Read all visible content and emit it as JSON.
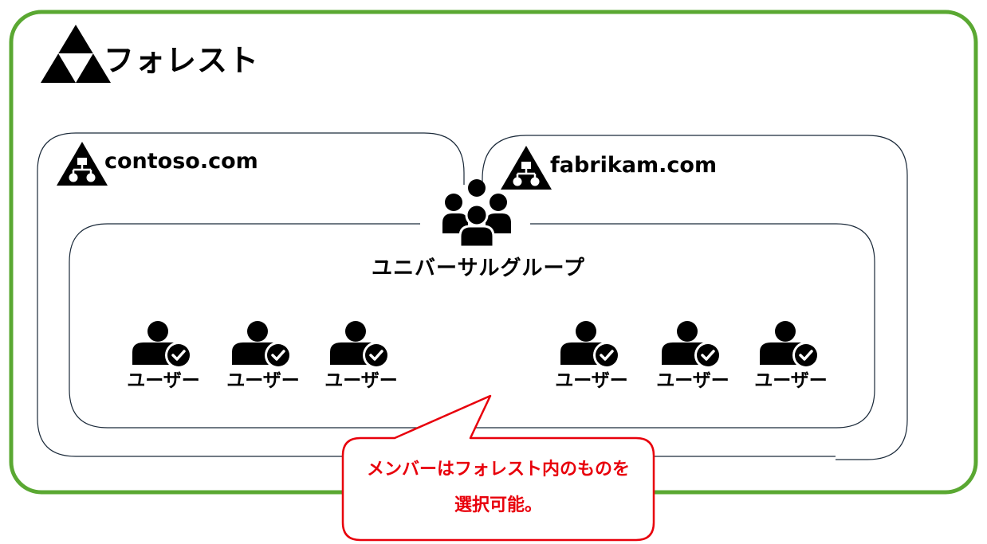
{
  "forest": {
    "title": "フォレスト",
    "border_color": "#5aa832"
  },
  "domains": [
    {
      "label": "contoso.com"
    },
    {
      "label": "fabrikam.com"
    }
  ],
  "universal_group": {
    "label": "ユニバーサルグループ"
  },
  "users": {
    "left": [
      "ユーザー",
      "ユーザー",
      "ユーザー"
    ],
    "right": [
      "ユーザー",
      "ユーザー",
      "ユーザー"
    ]
  },
  "callout": {
    "line1": "メンバーはフォレスト内のものを",
    "line2": "選択可能。",
    "color": "#e8000b"
  },
  "icons": {
    "forest": "forest-triforce-icon",
    "domain": "domain-tree-icon",
    "group": "group-people-icon",
    "user": "user-check-icon"
  }
}
